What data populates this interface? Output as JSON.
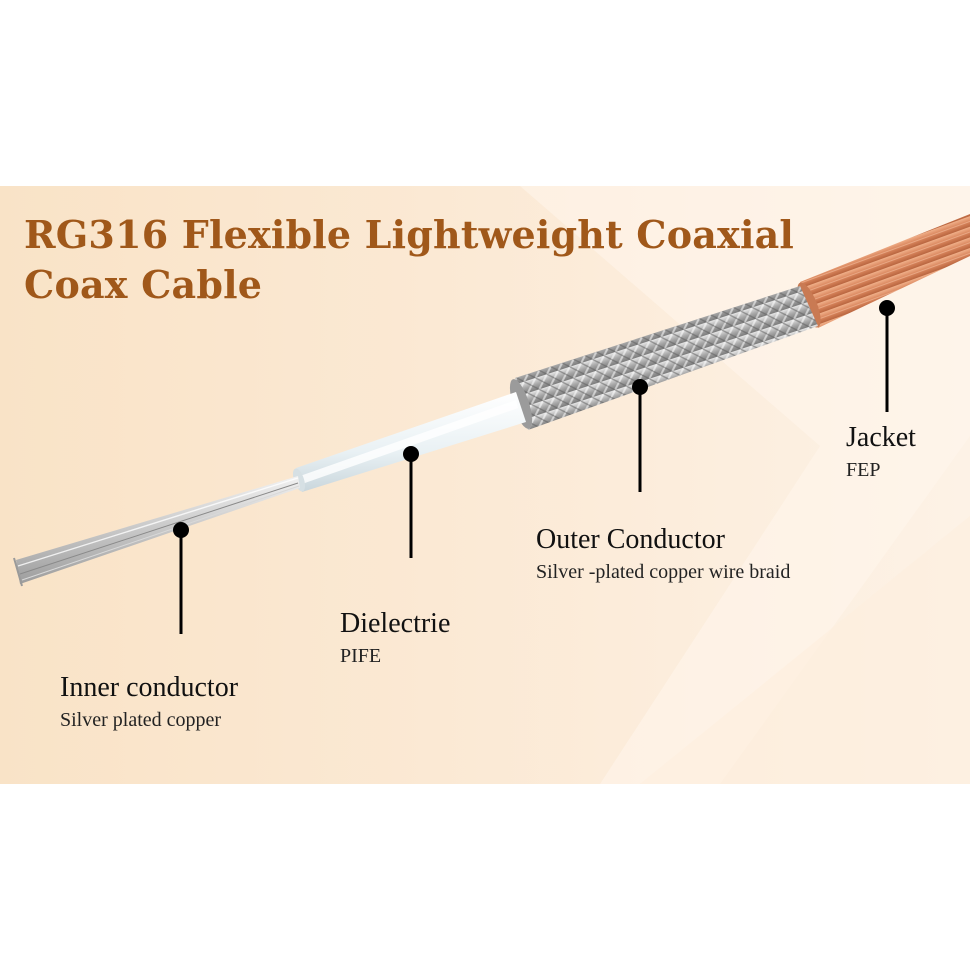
{
  "title": {
    "line1": "RG316 Flexible Lightweight Coaxial",
    "line2": "Coax Cable"
  },
  "callouts": [
    {
      "name": "Inner conductor",
      "material": "Silver plated copper"
    },
    {
      "name": "Dielectrie",
      "material": "PIFE"
    },
    {
      "name": "Outer Conductor",
      "material": "Silver -plated copper wire braid"
    },
    {
      "name": "Jacket",
      "material": "FEP"
    }
  ],
  "colors": {
    "title": "#a0581a",
    "jacket": "#e0916a",
    "braid": "#b9b9b9",
    "dielectric": "#f2f6f8",
    "inner": "#cfcfcf",
    "pointer": "#000000"
  }
}
